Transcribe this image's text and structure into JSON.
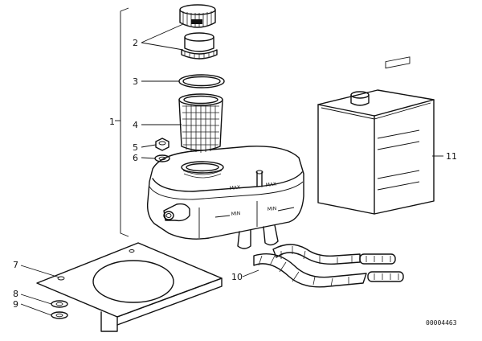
{
  "callouts": [
    {
      "id": "1",
      "label": "1"
    },
    {
      "id": "2",
      "label": "2"
    },
    {
      "id": "3",
      "label": "3"
    },
    {
      "id": "4",
      "label": "4"
    },
    {
      "id": "5",
      "label": "5"
    },
    {
      "id": "6",
      "label": "6"
    },
    {
      "id": "7",
      "label": "7"
    },
    {
      "id": "8",
      "label": "8"
    },
    {
      "id": "9",
      "label": "9"
    },
    {
      "id": "10",
      "label": "10"
    },
    {
      "id": "11",
      "label": "11"
    }
  ],
  "reservoir": {
    "max_label": "MAX",
    "min_label": "MIN",
    "min_label_side": "MIN"
  },
  "document_number": "00004463"
}
